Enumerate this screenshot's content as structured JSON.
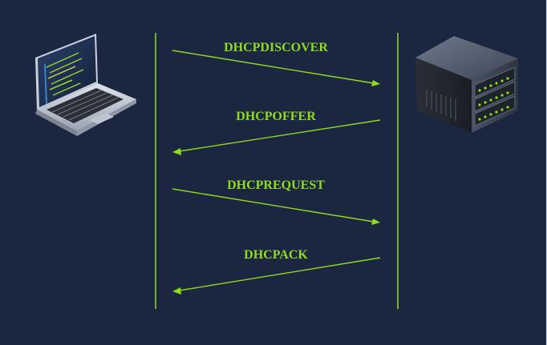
{
  "colors": {
    "background": "#1b2641",
    "accent": "#8fdc1e",
    "lifeline": "#8fdc1e"
  },
  "icons": {
    "client": "laptop-icon",
    "server": "server-icon"
  },
  "messages": [
    {
      "label": "DHCPDISCOVER",
      "direction": "client-to-server"
    },
    {
      "label": "DHCPOFFER",
      "direction": "server-to-client"
    },
    {
      "label": "DHCPREQUEST",
      "direction": "client-to-server"
    },
    {
      "label": "DHCPACK",
      "direction": "server-to-client"
    }
  ]
}
